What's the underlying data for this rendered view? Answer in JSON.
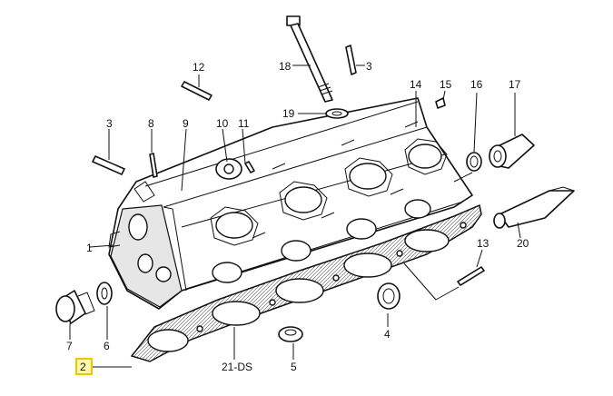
{
  "labels": {
    "p1": "1",
    "p2": "2",
    "p3a": "3",
    "p3b": "3",
    "p4": "4",
    "p5": "5",
    "p6": "6",
    "p7": "7",
    "p8": "8",
    "p9": "9",
    "p10": "10",
    "p11": "11",
    "p12": "12",
    "p13": "13",
    "p14": "14",
    "p15": "15",
    "p16": "16",
    "p17": "17",
    "p18": "18",
    "p19": "19",
    "p20": "20",
    "p21": "21-DS"
  },
  "highlight": {
    "part": "2",
    "color": "#f3c400"
  }
}
